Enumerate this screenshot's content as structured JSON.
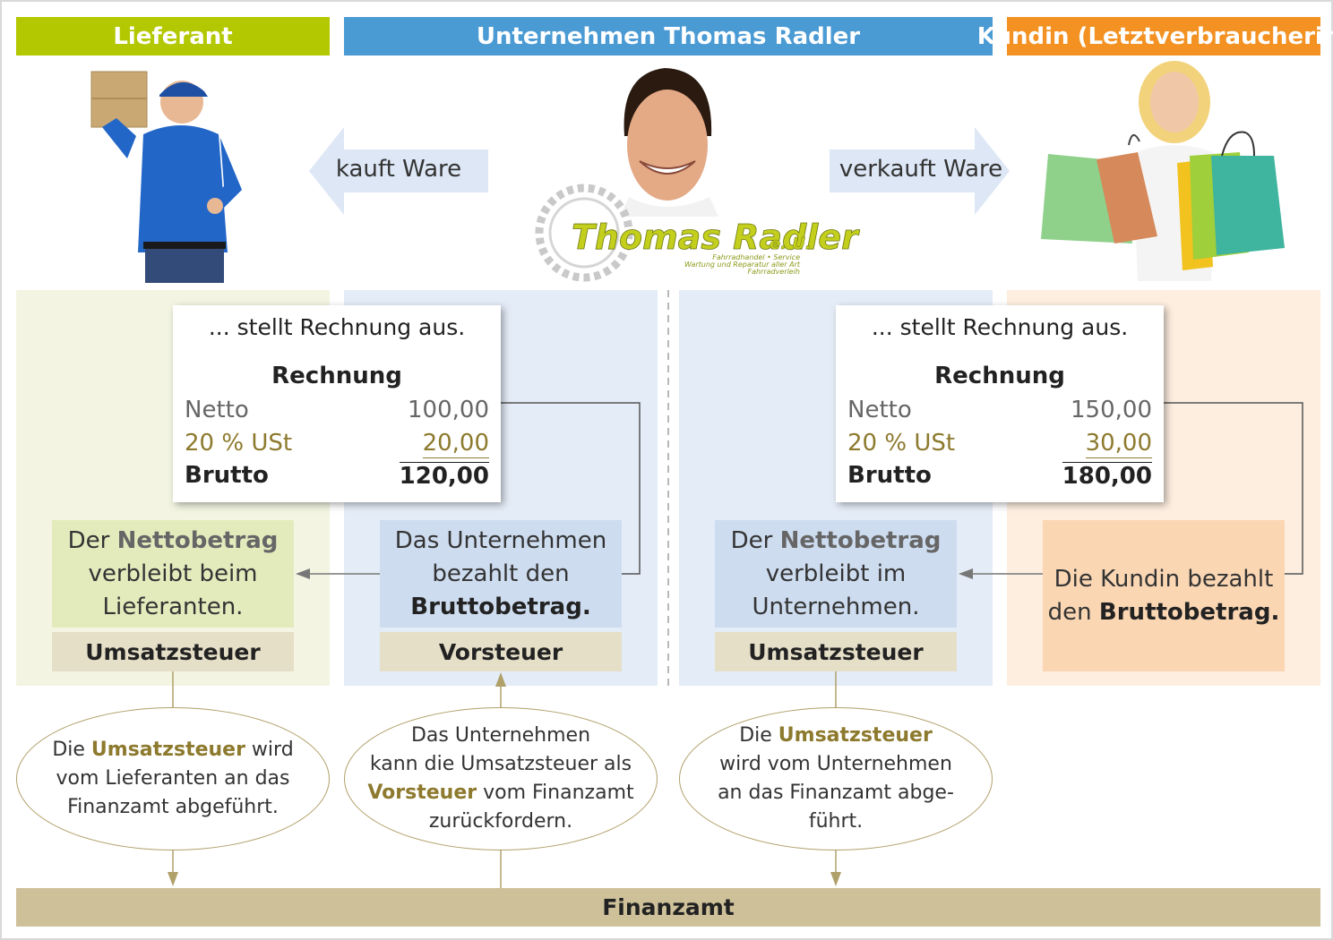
{
  "headers": {
    "supplier": "Lieferant",
    "company": "Unternehmen Thomas Radler",
    "customer": "Kundin (Letztverbraucherin)"
  },
  "arrows": {
    "buys": "kauft Ware",
    "sells": "verkauft Ware"
  },
  "logo": {
    "name": "Thomas Radler",
    "suffix": "e. U.",
    "tagline_1": "Fahrradhandel • Service",
    "tagline_2": "Wartung und Reparatur aller Art",
    "tagline_3": "Fahrradverleih"
  },
  "invoices": [
    {
      "heading": "... stellt Rechnung aus.",
      "title": "Rechnung",
      "net_label": "Netto",
      "net_value": "100,00",
      "tax_label": "20 % USt",
      "tax_value": "20,00",
      "gross_label": "Brutto",
      "gross_value": "120,00"
    },
    {
      "heading": "... stellt Rechnung aus.",
      "title": "Rechnung",
      "net_label": "Netto",
      "net_value": "150,00",
      "tax_label": "20 % USt",
      "tax_value": "30,00",
      "gross_label": "Brutto",
      "gross_value": "180,00"
    }
  ],
  "boxes": {
    "supplier_keeps": {
      "l1a": "Der ",
      "l1b": "Nettobetrag",
      "l2": "verbleibt beim",
      "l3": "Lieferanten."
    },
    "company_pays": {
      "l1": "Das Unternehmen",
      "l2": "bezahlt den",
      "l3": "Bruttobetrag."
    },
    "company_keeps": {
      "l1a": "Der ",
      "l1b": "Nettobetrag",
      "l2": "verbleibt im",
      "l3": "Unternehmen."
    },
    "customer_pays": {
      "l1": "Die Kundin bezahlt",
      "l2a": "den ",
      "l2b": "Bruttobetrag."
    }
  },
  "labels": {
    "supplier": "Umsatzsteuer",
    "company_input": "Vorsteuer",
    "company_output": "Umsatzsteuer"
  },
  "ovals": {
    "supplier": {
      "l1a": "Die ",
      "l1b": "Umsatzsteuer",
      "l1c": " wird",
      "l2": "vom Lieferanten an das",
      "l3": "Finanzamt abgeführt."
    },
    "company_input": {
      "l1": "Das Unternehmen",
      "l2": "kann die Umsatzsteuer als",
      "l3a": "Vorsteuer",
      "l3b": " vom Finanzamt",
      "l4": "zurückfordern."
    },
    "company_output": {
      "l1a": "Die ",
      "l1b": "Umsatzsteuer",
      "l2": "wird vom Unternehmen",
      "l3": "an das Finanzamt abge-",
      "l4": "führt."
    }
  },
  "footer": "Finanzamt",
  "colors": {
    "supplier": "#b3c801",
    "company": "#4a9ad4",
    "customer": "#f39223",
    "accent_gold": "#8d7a2e"
  }
}
